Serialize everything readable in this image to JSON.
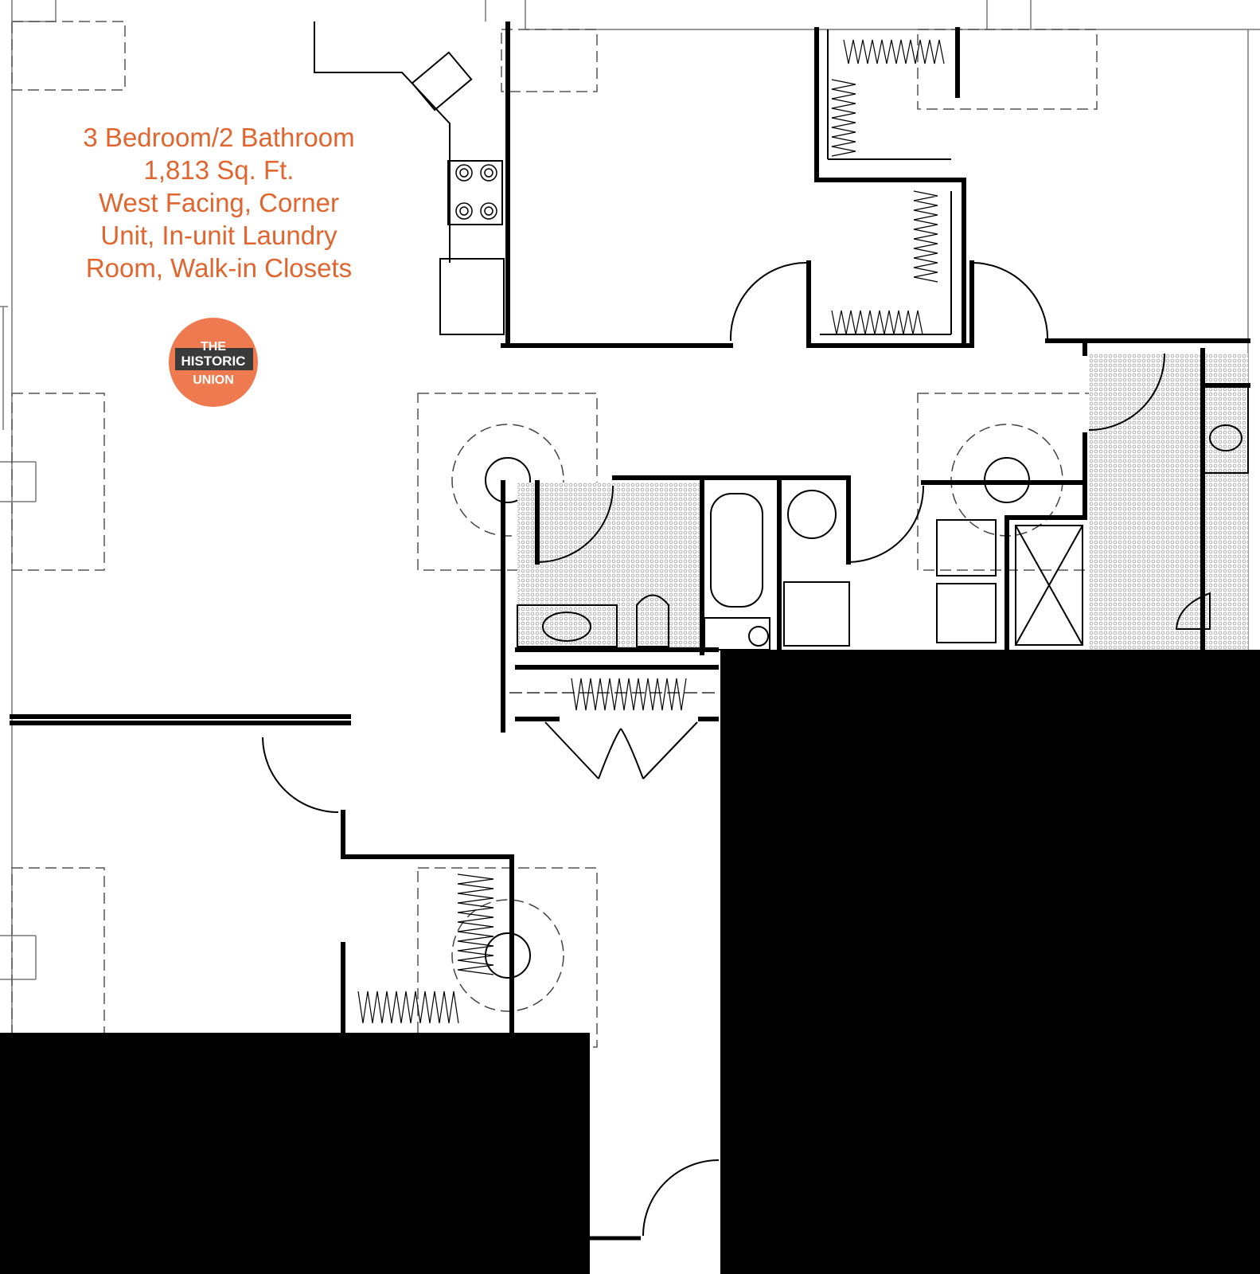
{
  "listing": {
    "line1": "3 Bedroom/2 Bathroom",
    "line2": "1,813 Sq. Ft.",
    "line3": "West Facing, Corner",
    "line4": "Unit, In-unit Laundry",
    "line5": "Room, Walk-in Closets"
  },
  "logo": {
    "top": "THE",
    "middle": "HISTORIC",
    "bottom": "UNION"
  },
  "colors": {
    "accent": "#e0652f",
    "logo_fill": "#f07a4f",
    "logo_band": "#3a3a3a",
    "wall": "#000000",
    "tile": "#bdbdbd",
    "redaction": "#000000"
  }
}
